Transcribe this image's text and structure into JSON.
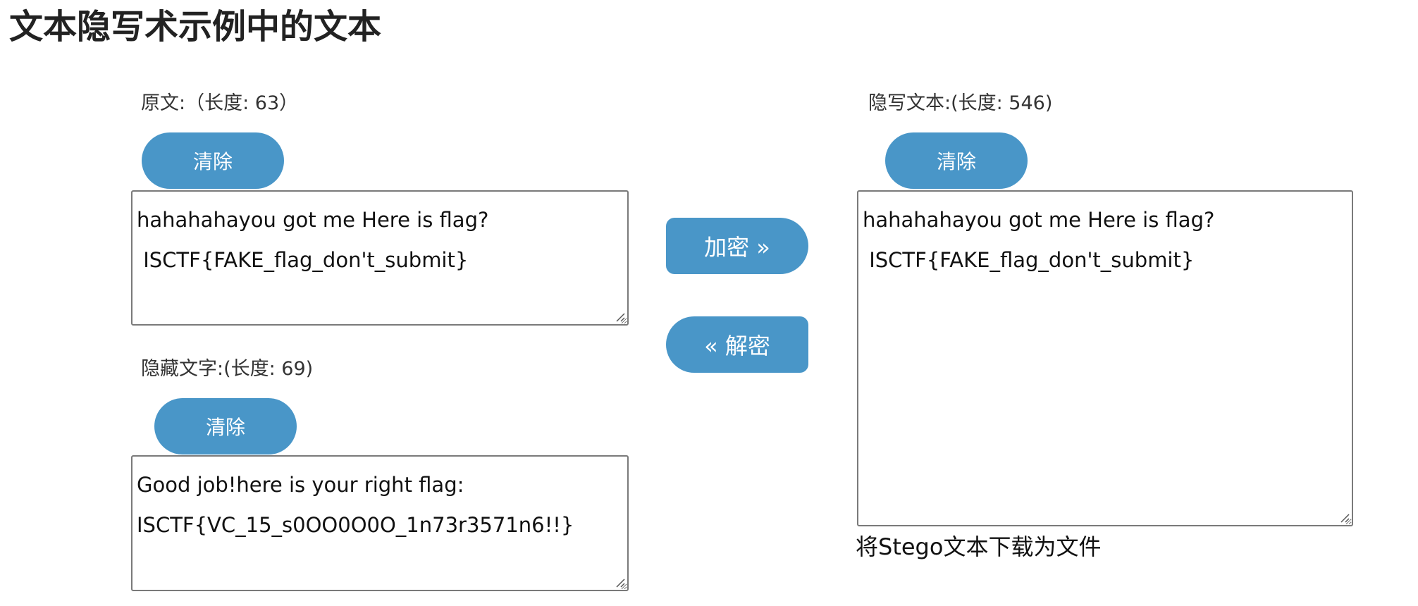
{
  "page": {
    "title": "文本隐写术示例中的文本"
  },
  "original": {
    "label": "原文:（长度: 63）",
    "clear_label": "清除",
    "lines": [
      "hahahahayou got me Here is flag?",
      " ISCTF{FAKE_flag_don't_submit}"
    ]
  },
  "hidden": {
    "label": "隐藏文字:(长度: 69)",
    "clear_label": "清除",
    "lines": [
      "Good job!here is your right flag:",
      "ISCTF{VC_15_s0OO0O0O_1n73r3571n6!!}"
    ]
  },
  "stego": {
    "label": "隐写文本:(长度: 546)",
    "clear_label": "清除",
    "lines": [
      "hahahahayou got me Here is flag?",
      " ISCTF{FAKE_flag_don't_submit}"
    ],
    "download_label": "将Stego文本下载为文件"
  },
  "actions": {
    "encrypt_label": "加密 »",
    "decrypt_label": "« 解密"
  },
  "colors": {
    "button_bg": "#4996c8",
    "button_text": "#ffffff",
    "textbox_border": "#7a7a7a"
  },
  "icons": {
    "resize_grip": "resize-grip-icon"
  }
}
